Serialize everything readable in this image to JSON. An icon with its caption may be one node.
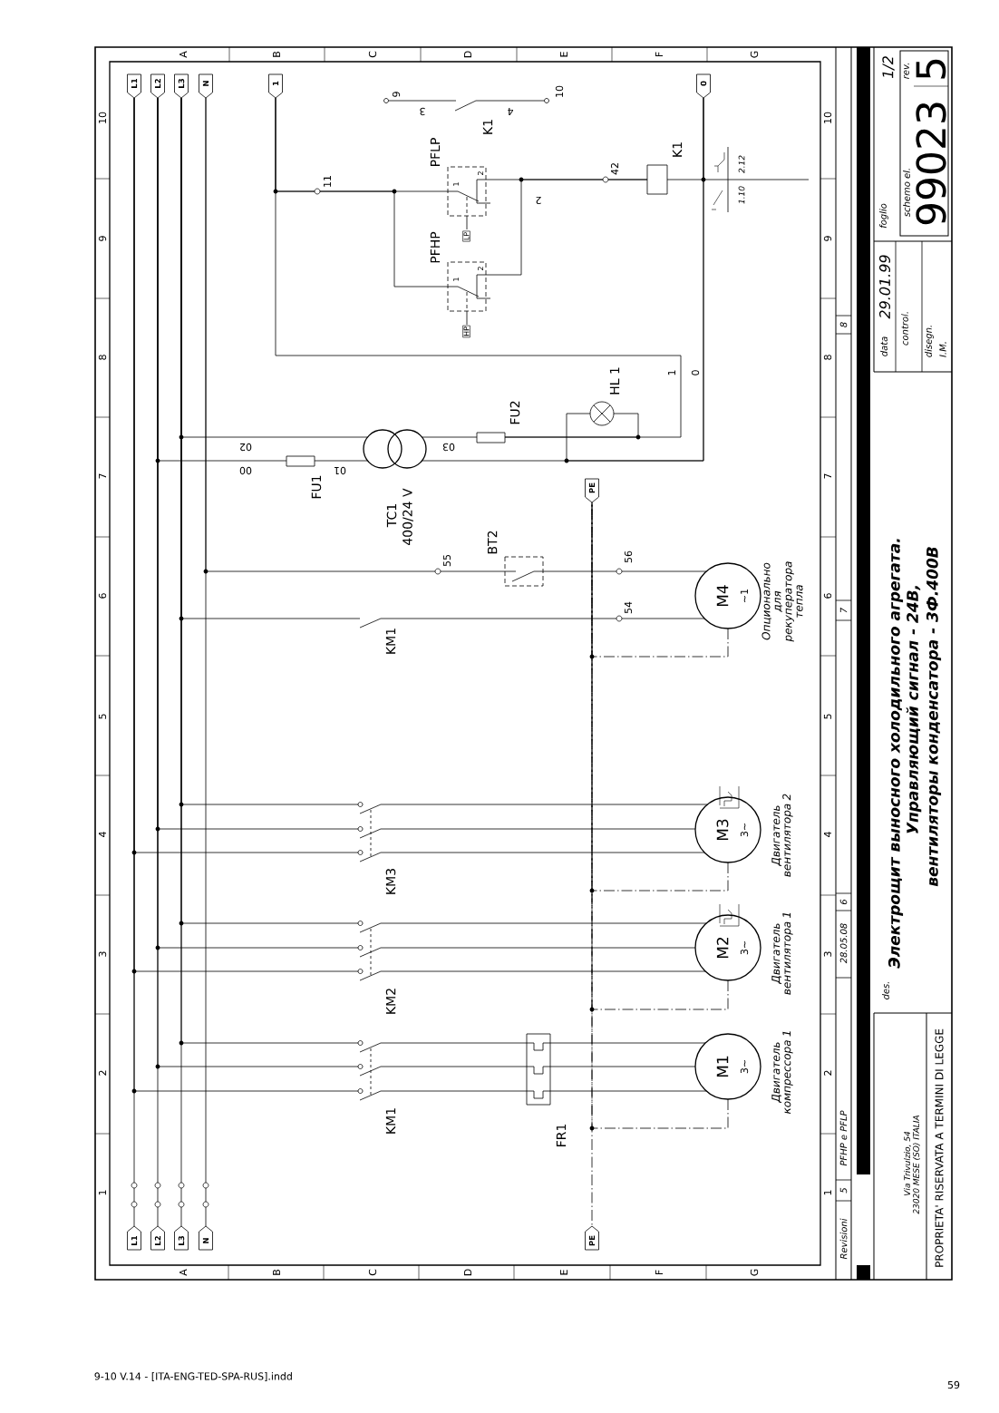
{
  "diagram": {
    "title": "Электрощит выносного холодильного агрегата.",
    "nodes": [
      {
        "text": [
          "L1"
        ]
      },
      {
        "text": [
          "L2"
        ]
      },
      {
        "text": [
          "L3"
        ]
      },
      {
        "text": [
          "N"
        ]
      },
      {
        "text": [
          "1"
        ]
      },
      {
        "text": [
          "0"
        ]
      },
      {
        "text": [
          "PE"
        ]
      },
      {
        "text": [
          "L1"
        ]
      },
      {
        "text": [
          "L2"
        ]
      },
      {
        "text": [
          "L3"
        ]
      },
      {
        "text": [
          "N"
        ]
      },
      {
        "text": [
          "PE"
        ]
      },
      {
        "text": [
          "TC1",
          "400/24 V"
        ]
      },
      {
        "text": [
          "FU1"
        ]
      },
      {
        "text": [
          "FU2"
        ]
      },
      {
        "text": [
          "HL 1"
        ]
      },
      {
        "text": [
          "K1"
        ]
      },
      {
        "text": [
          "PFLP",
          "1",
          "2",
          "LP"
        ]
      },
      {
        "text": [
          "PFHP",
          "1",
          "2",
          "HP"
        ]
      },
      {
        "text": [
          "K1",
          "3",
          "4"
        ],
        "beside": [
          "9",
          "10"
        ]
      },
      {
        "text": [
          "BT2"
        ]
      },
      {
        "text": [
          "KM1"
        ]
      },
      {
        "text": [
          "M4",
          "~1"
        ],
        "beside": [
          "Опционально для рекуператора тепла"
        ]
      },
      {
        "text": [
          "KM3"
        ]
      },
      {
        "text": [
          "M3",
          "3~"
        ],
        "beside": [
          "Двигатель вентилятора 2"
        ]
      },
      {
        "text": [
          "KM2"
        ]
      },
      {
        "text": [
          "M2",
          "3~"
        ],
        "beside": [
          "Двигатель вентилятора 1"
        ]
      },
      {
        "text": [
          "KM1"
        ]
      },
      {
        "text": [
          "FR1"
        ]
      },
      {
        "text": [
          "M1",
          "3~"
        ],
        "beside": [
          "Двигатель компрессора 1"
        ]
      }
    ],
    "edges": [
      {
        "from": 0,
        "to": 7,
        "arrow": "none"
      },
      {
        "from": 1,
        "to": 8,
        "arrow": "none"
      },
      {
        "from": 2,
        "to": 9,
        "arrow": "none"
      },
      {
        "from": 3,
        "to": 10,
        "arrow": "none"
      },
      {
        "from": 6,
        "to": 11,
        "arrow": "none",
        "style": "dashed"
      },
      {
        "from": 1,
        "to": 13,
        "arrow": "none",
        "label": "00"
      },
      {
        "from": 13,
        "to": 12,
        "arrow": "none",
        "label": "01"
      },
      {
        "from": 2,
        "to": 12,
        "arrow": "none",
        "label": "02"
      },
      {
        "from": 12,
        "to": 14,
        "arrow": "none",
        "label": "03"
      },
      {
        "from": 14,
        "to": 4,
        "arrow": "none",
        "label": "1"
      },
      {
        "from": 14,
        "to": 15,
        "arrow": "none"
      },
      {
        "from": 12,
        "to": 5,
        "arrow": "none",
        "label": "0"
      },
      {
        "from": 15,
        "to": 5,
        "arrow": "none"
      },
      {
        "from": 4,
        "to": 17,
        "arrow": "none",
        "label": "11"
      },
      {
        "from": 4,
        "to": 18,
        "arrow": "none"
      },
      {
        "from": 17,
        "to": 16,
        "arrow": "none",
        "label": "42"
      },
      {
        "from": 18,
        "to": 16,
        "arrow": "none",
        "label": "2"
      },
      {
        "from": 16,
        "to": 5,
        "arrow": "none"
      },
      {
        "from": 3,
        "to": 20,
        "arrow": "none",
        "label": "55"
      },
      {
        "from": 20,
        "to": 22,
        "arrow": "none",
        "label": "56"
      },
      {
        "from": 2,
        "to": 21,
        "arrow": "none"
      },
      {
        "from": 21,
        "to": 22,
        "arrow": "none",
        "label": "54"
      },
      {
        "from": 22,
        "to": 6,
        "arrow": "none",
        "style": "dashed"
      },
      {
        "from": 0,
        "to": 23,
        "arrow": "none"
      },
      {
        "from": 1,
        "to": 23,
        "arrow": "none"
      },
      {
        "from": 2,
        "to": 23,
        "arrow": "none"
      },
      {
        "from": 23,
        "to": 24,
        "arrow": "none"
      },
      {
        "from": 23,
        "to": 24,
        "arrow": "none"
      },
      {
        "from": 23,
        "to": 24,
        "arrow": "none"
      },
      {
        "from": 24,
        "to": 6,
        "arrow": "none",
        "style": "dashed"
      },
      {
        "from": 0,
        "to": 25,
        "arrow": "none"
      },
      {
        "from": 1,
        "to": 25,
        "arrow": "none"
      },
      {
        "from": 2,
        "to": 25,
        "arrow": "none"
      },
      {
        "from": 25,
        "to": 26,
        "arrow": "none"
      },
      {
        "from": 25,
        "to": 26,
        "arrow": "none"
      },
      {
        "from": 25,
        "to": 26,
        "arrow": "none"
      },
      {
        "from": 26,
        "to": 6,
        "arrow": "none",
        "style": "dashed"
      },
      {
        "from": 0,
        "to": 27,
        "arrow": "none"
      },
      {
        "from": 1,
        "to": 27,
        "arrow": "none"
      },
      {
        "from": 2,
        "to": 27,
        "arrow": "none"
      },
      {
        "from": 27,
        "to": 28,
        "arrow": "none"
      },
      {
        "from": 27,
        "to": 28,
        "arrow": "none"
      },
      {
        "from": 27,
        "to": 28,
        "arrow": "none"
      },
      {
        "from": 28,
        "to": 29,
        "arrow": "none"
      },
      {
        "from": 28,
        "to": 29,
        "arrow": "none"
      },
      {
        "from": 28,
        "to": 29,
        "arrow": "none"
      },
      {
        "from": 29,
        "to": 6,
        "arrow": "none",
        "style": "dashed"
      }
    ],
    "labels": [
      "A",
      "B",
      "C",
      "D",
      "E",
      "F",
      "G",
      "10",
      "9",
      "8",
      "7",
      "6",
      "5",
      "4",
      "3",
      "2",
      "1",
      "10",
      "9",
      "8",
      "7",
      "6",
      "5",
      "4",
      "3",
      "2",
      "1",
      "A",
      "B",
      "C",
      "D",
      "E",
      "F",
      "G",
      "8",
      "7",
      "6",
      "28.05.08",
      "PFHP e PFLP",
      "5",
      "Revisioni",
      "1/2",
      "rev.",
      "foglio",
      "schemo el.",
      "99023",
      "5",
      "data",
      "29.01.99",
      "control.",
      "disegn.",
      "I.M.",
      "Управляющий сигнал - 24В,",
      "вентиляторы конденсатора - 3Ф.400В",
      "des.",
      "Via Trivulzio, 54",
      "23020 MESE (SO) ITALIA",
      "PROPRIETA' RISERVATA A TERMINI DI LEGGE",
      "2.12",
      "1.10",
      "9-10 V.14 - [ITA-ENG-TED-SPA-RUS].indd",
      "59"
    ]
  }
}
